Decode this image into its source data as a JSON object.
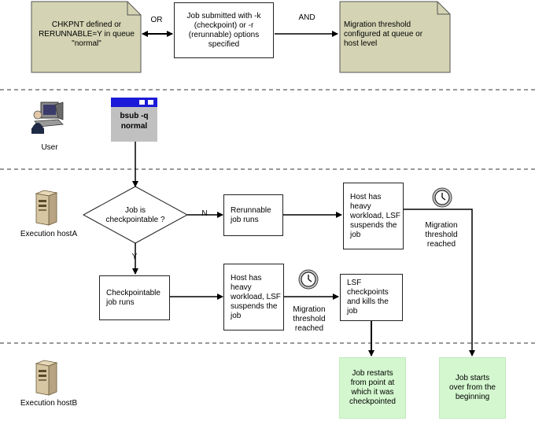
{
  "top": {
    "note_left": "CHKPNT defined or RERUNNABLE=Y  in queue \"normal\"",
    "or_label": "OR",
    "job_box": "Job submitted with -k (checkpoint) or -r (rerunnable) options specified",
    "and_label": "AND",
    "note_right": "Migration threshold configured at queue or host level"
  },
  "user": {
    "label": "User",
    "bsub_line1": "bsub -q",
    "bsub_line2": "normal"
  },
  "hostA": {
    "label": "Execution hostA",
    "decision": "Job is checkpointable ?",
    "n_label": "N",
    "y_label": "Y",
    "rerunnable": "Rerunnable job runs",
    "heavy_a": "Host has heavy workload, LSF suspends the job",
    "migration_a": "Migration threshold reached",
    "checkpointable": "Checkpointable job runs",
    "heavy_b": "Host has heavy workload, LSF suspends the job",
    "migration_b": "Migration threshold reached",
    "lsf_checkpoints": "LSF checkpoints and kills the job"
  },
  "hostB": {
    "label": "Execution hostB",
    "restart": "Job restarts from point at which it was checkpointed",
    "start_over": "Job starts over from the beginning"
  },
  "colors": {
    "note_fill": "#d4d4b4",
    "result_fill": "#d4f7cf",
    "window_bar": "#1a1ad8",
    "bsub_fill": "#c0c0c0"
  }
}
